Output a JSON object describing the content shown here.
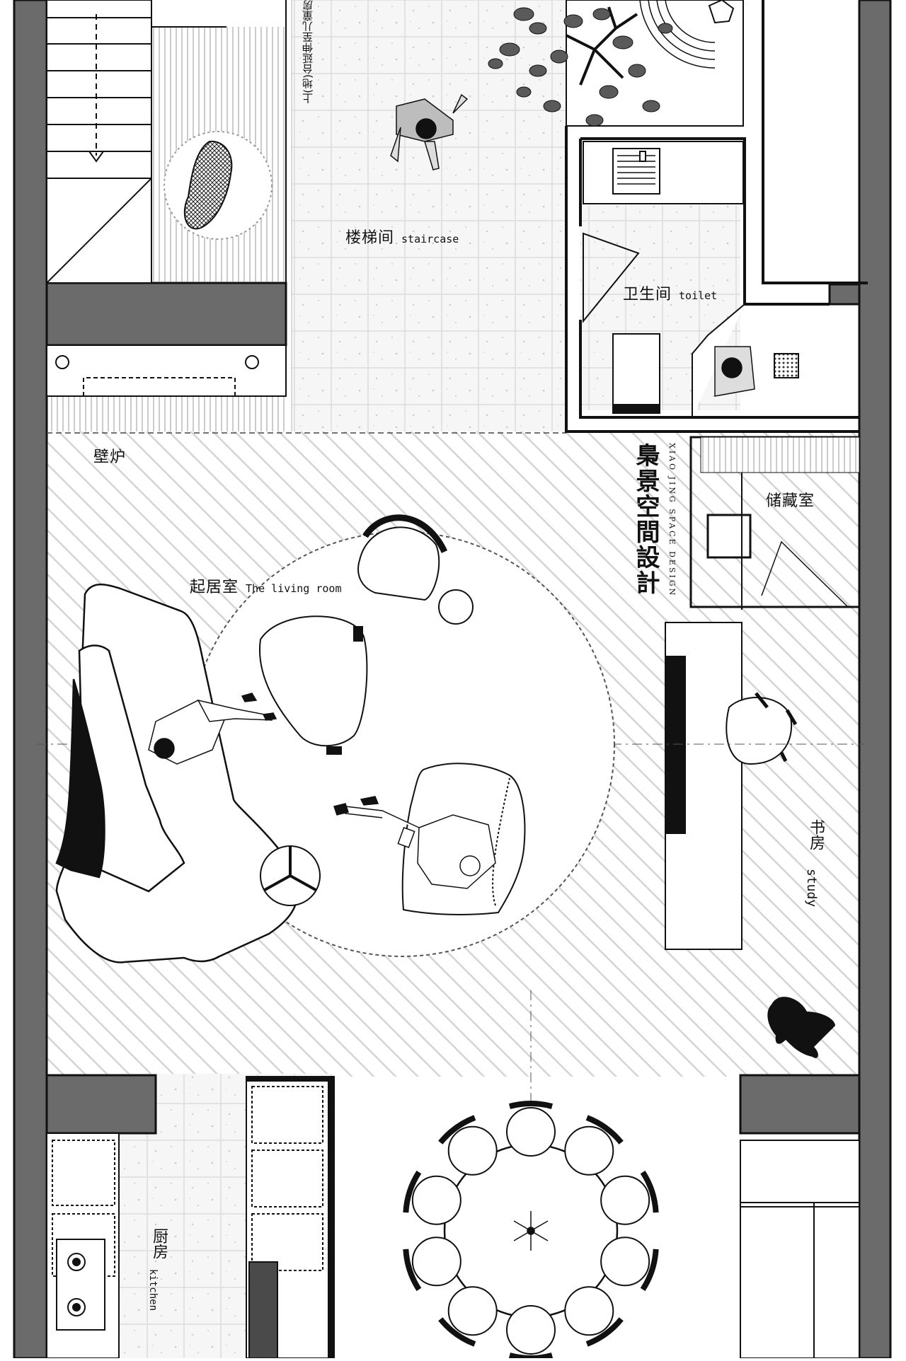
{
  "rooms": {
    "staircase": {
      "cn": "楼梯间",
      "en": "staircase"
    },
    "toilet": {
      "cn": "卫生间",
      "en": "toilet"
    },
    "fireplace": {
      "cn": "壁炉"
    },
    "storage": {
      "cn": "储藏室"
    },
    "living": {
      "cn": "起居室",
      "en": "The living room"
    },
    "study": {
      "cn": "书房",
      "en": "study"
    },
    "kitchen": {
      "cn": "厨房",
      "en": "kitchen"
    }
  },
  "stair_note": "上(地)台延伸至儿童房",
  "logo": {
    "cn": "梟景空間設計",
    "en": "XIAO JING SPACE DESIGN"
  },
  "colors": {
    "wall": "#6b6b6b",
    "line": "#111111",
    "hatch": "#d9d9d9",
    "tile": "#f4f4f4"
  }
}
